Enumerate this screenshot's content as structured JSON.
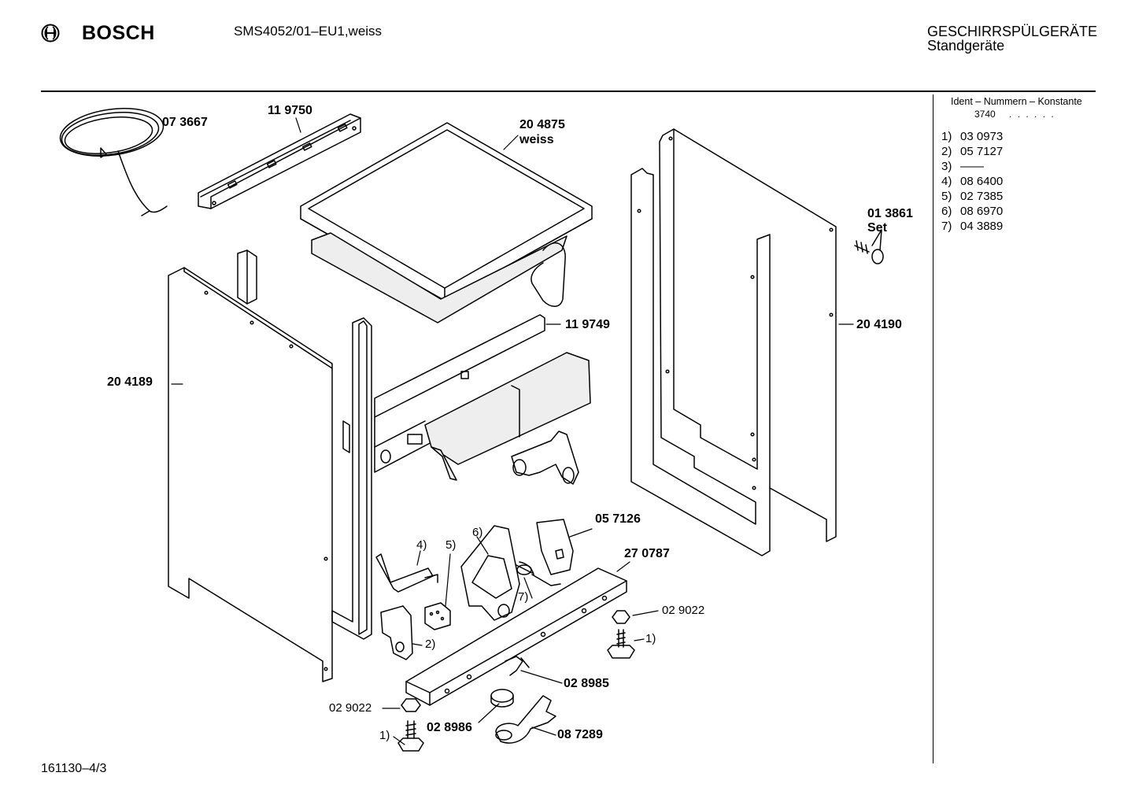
{
  "header": {
    "brand": "BOSCH",
    "model": "SMS4052/01–EU1,weiss",
    "category_line1": "GESCHIRRSPÜLGERÄTE",
    "category_line2": "Standgeräte"
  },
  "ident": {
    "heading": "Ident – Nummern – Konstante",
    "constant": "3740",
    "dots": ". . . . . .",
    "items": [
      {
        "key": "1)",
        "value": "03 0973"
      },
      {
        "key": "2)",
        "value": "05 7127"
      },
      {
        "key": "3)",
        "value": "——"
      },
      {
        "key": "4)",
        "value": "08 6400"
      },
      {
        "key": "5)",
        "value": "02 7385"
      },
      {
        "key": "6)",
        "value": "08 6970"
      },
      {
        "key": "7)",
        "value": "04 3889"
      }
    ]
  },
  "labels": {
    "power_cord": "07 3667",
    "top_rail": "11 9750",
    "worktop": "20 4875",
    "worktop_color": "weiss",
    "screw_set": "01 3861",
    "screw_set_suffix": "Set",
    "crossbar": "11 9749",
    "right_panel": "20 4190",
    "left_panel": "20 4189",
    "bracket": "05 7126",
    "base_rail": "27 0787",
    "nut_right": "02 9022",
    "foot_right": "1)",
    "ref4": "4)",
    "ref5": "5)",
    "ref6": "6)",
    "ref7": "7)",
    "ref2": "2)",
    "spring": "02 8985",
    "nut_left": "02 9022",
    "cap": "02 8986",
    "holder": "08 7289",
    "foot_left": "1)"
  },
  "footer": {
    "drawing_no": "161130–4/3"
  }
}
